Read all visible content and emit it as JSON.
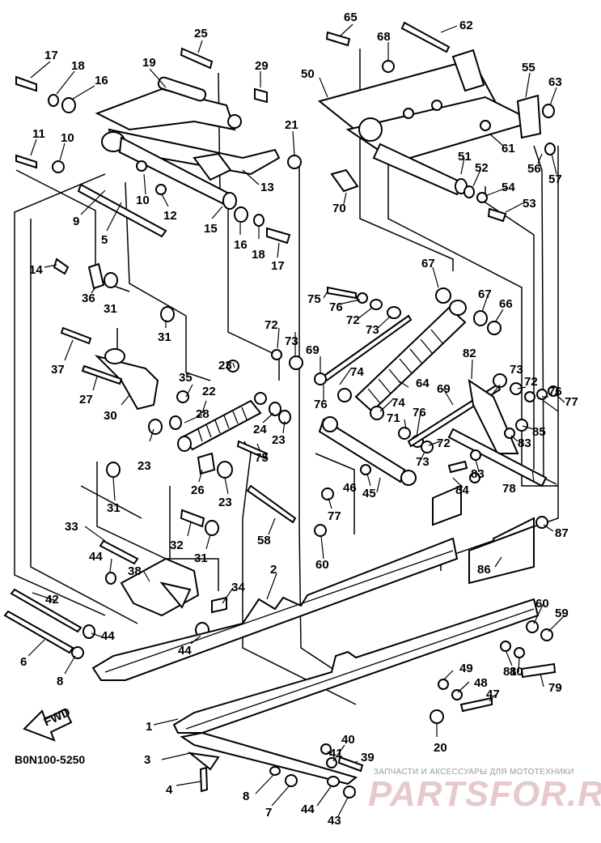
{
  "catalog_code": "B0N100-5250",
  "fwd_label": "FWD",
  "watermark": {
    "tagline": "ЗАПЧАСТИ И АКСЕССУАРЫ ДЛЯ МОТОТЕХНИКИ",
    "site": "PARTSFOR.RU"
  },
  "callouts": [
    "17",
    "18",
    "16",
    "19",
    "25",
    "29",
    "11",
    "10",
    "9",
    "10",
    "12",
    "13",
    "15",
    "16",
    "18",
    "17",
    "5",
    "14",
    "36",
    "31",
    "31",
    "37",
    "27",
    "30",
    "35",
    "23",
    "22",
    "28",
    "24",
    "23",
    "23",
    "26",
    "23",
    "31",
    "32",
    "31",
    "33",
    "44",
    "38",
    "34",
    "2",
    "42",
    "6",
    "8",
    "44",
    "44",
    "65",
    "68",
    "62",
    "50",
    "55",
    "63",
    "21",
    "61",
    "51",
    "52",
    "54",
    "53",
    "56",
    "57",
    "70",
    "67",
    "75",
    "76",
    "72",
    "73",
    "67",
    "66",
    "72",
    "73",
    "69",
    "74",
    "64",
    "82",
    "73",
    "72",
    "76",
    "77",
    "76",
    "74",
    "71",
    "76",
    "72",
    "73",
    "69",
    "85",
    "83",
    "83",
    "46",
    "45",
    "77",
    "84",
    "78",
    "75",
    "58",
    "60",
    "87",
    "86",
    "60",
    "59",
    "81",
    "80",
    "49",
    "48",
    "79",
    "47",
    "20",
    "41",
    "40",
    "39",
    "3",
    "4",
    "8",
    "7",
    "44",
    "43",
    "1"
  ]
}
